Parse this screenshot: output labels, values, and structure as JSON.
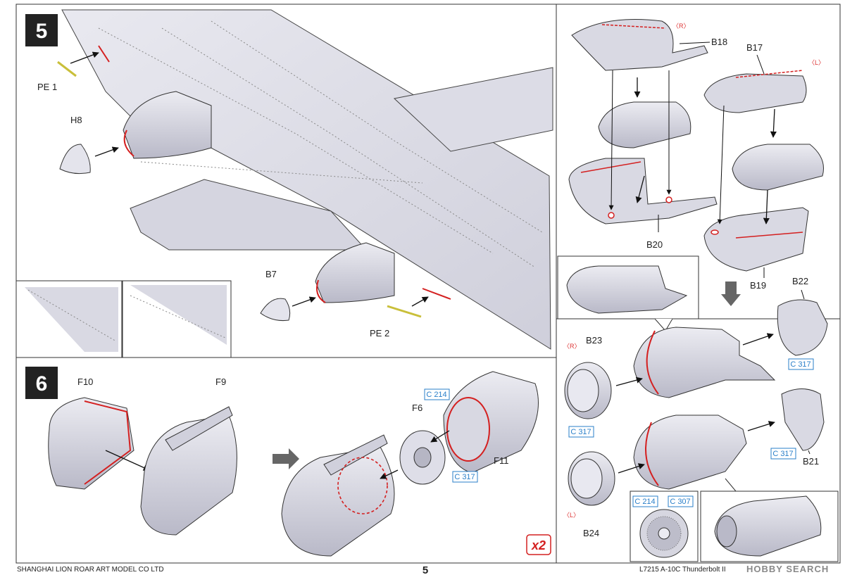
{
  "steps": {
    "step5": {
      "number": "5"
    },
    "step6": {
      "number": "6"
    }
  },
  "parts": {
    "pe1": "PE 1",
    "pe2": "PE 2",
    "h8": "H8",
    "b7": "B7",
    "b17": "B17",
    "b18": "B18",
    "b19": "B19",
    "b20": "B20",
    "b21": "B21",
    "b22": "B22",
    "b23": "B23",
    "b24": "B24",
    "f6": "F6",
    "f9": "F9",
    "f10": "F10",
    "f11": "F11"
  },
  "color_refs": {
    "c214": "C 214",
    "c307": "C 307",
    "c317": "C 317"
  },
  "side_marks": {
    "right": "〈R〉",
    "left": "〈L〉"
  },
  "quantity": "x2",
  "footer": {
    "company": "SHANGHAI LION ROAR ART MODEL CO LTD",
    "page": "5",
    "kit": "L7215 A-10C Thunderbolt II",
    "watermark": "HOBBY SEARCH"
  },
  "colors": {
    "part_fill": "#dcdce6",
    "part_stroke": "#333333",
    "glue_line": "#d42020",
    "paint_ref": "#2a7fc9",
    "pe_part": "#e6dc6e",
    "step_box": "#222222"
  }
}
